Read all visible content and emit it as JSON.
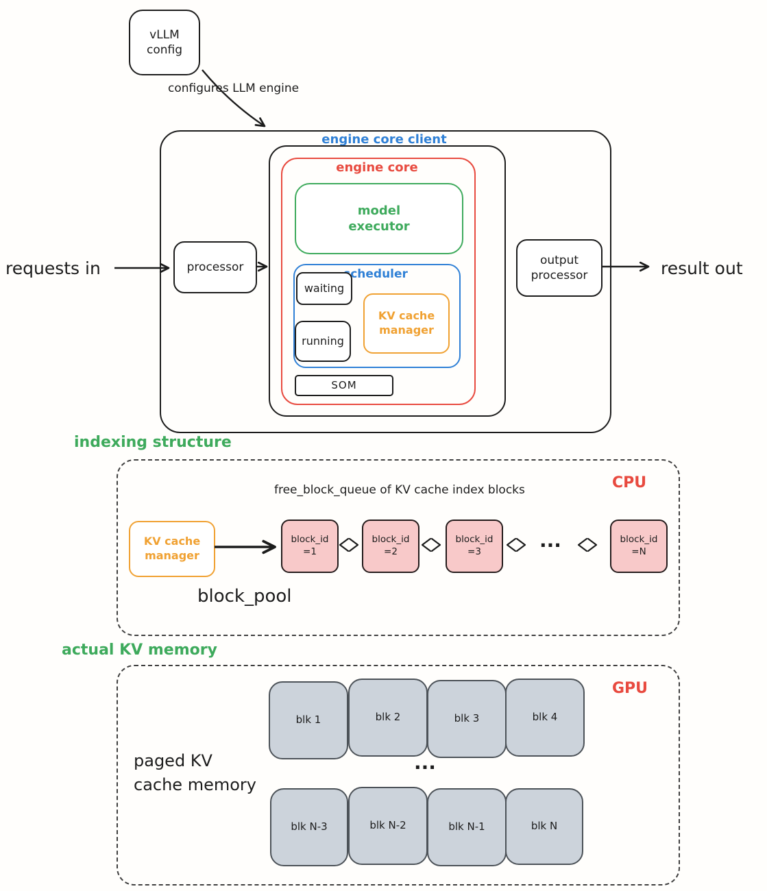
{
  "colors": {
    "accent_blue": "#2f80d6",
    "accent_red": "#e84a3f",
    "accent_green": "#3eaa5c",
    "accent_orange": "#f0a132",
    "block_pink": "#f8c9c9",
    "block_gray": "#ccd3db",
    "ink": "#1c1c1c"
  },
  "flow": {
    "vllm_config": "vLLM\nconfig",
    "configures_label": "configures LLM engine",
    "engine_core_client_label": "engine core client",
    "engine_core_label": "engine core",
    "model_executor": "model\nexecutor",
    "scheduler_label": "scheduler",
    "waiting": "waiting",
    "running": "running",
    "kv_cache_manager": "KV cache\nmanager",
    "som": "SOM",
    "requests_in": "requests in",
    "processor": "processor",
    "output_processor": "output\nprocessor",
    "result_out": "result out"
  },
  "indexing": {
    "section_title": "indexing structure",
    "device_label": "CPU",
    "queue_title": "free_block_queue of KV cache index blocks",
    "kv_cache_manager": "KV cache\nmanager",
    "block_pool_label": "block_pool",
    "ellipsis": "...",
    "blocks": [
      {
        "label": "block_id\n=1"
      },
      {
        "label": "block_id\n=2"
      },
      {
        "label": "block_id\n=3"
      },
      {
        "label": "block_id\n=N"
      }
    ]
  },
  "memory": {
    "section_title": "actual KV memory",
    "device_label": "GPU",
    "paged_label": "paged KV\ncache memory",
    "ellipsis": "...",
    "row1": [
      {
        "label": "blk 1"
      },
      {
        "label": "blk 2"
      },
      {
        "label": "blk 3"
      },
      {
        "label": "blk 4"
      }
    ],
    "row2": [
      {
        "label": "blk N-3"
      },
      {
        "label": "blk N-2"
      },
      {
        "label": "blk N-1"
      },
      {
        "label": "blk N"
      }
    ]
  }
}
